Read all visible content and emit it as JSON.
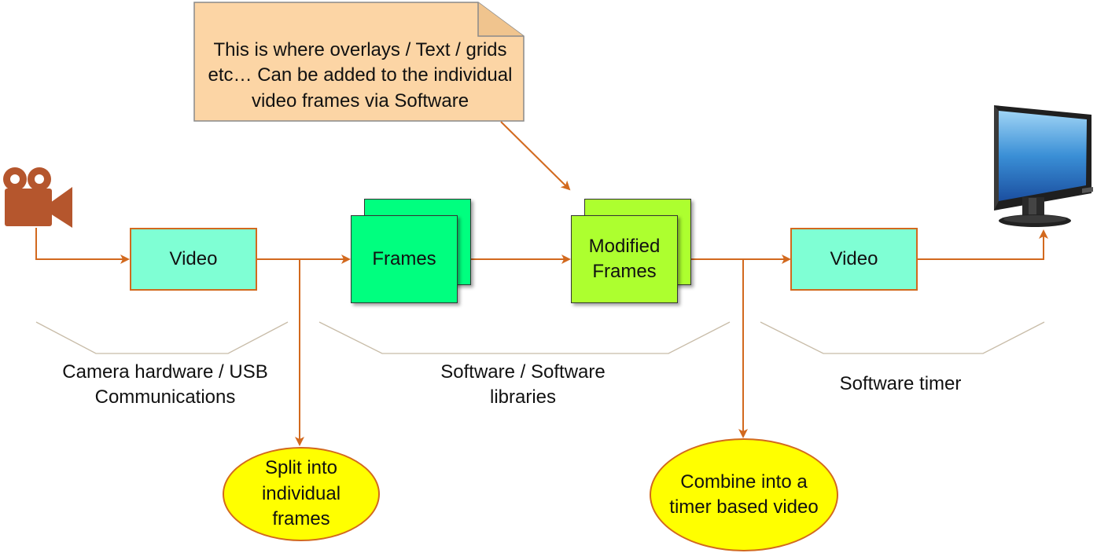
{
  "colors": {
    "connector": "#d2691e",
    "video_box": "#7fffd4",
    "frames": "#00ff7f",
    "modified_frames": "#adff2f",
    "note": "#fcd5a5",
    "oval": "#ffff00"
  },
  "icons": {
    "camera": "video-camera-icon",
    "monitor": "monitor-icon"
  },
  "note": {
    "text": "This is where overlays / Text / grids etc… Can be added to the individual video frames via Software"
  },
  "nodes": {
    "video_in": "Video",
    "frames": "Frames",
    "modified_frames": "Modified Frames",
    "video_out": "Video"
  },
  "stages": {
    "camera": "Camera hardware / USB Communications",
    "software": "Software / Software libraries",
    "timer": "Software timer"
  },
  "callouts": {
    "split": "Split into individual frames",
    "combine": "Combine into a timer based video"
  }
}
